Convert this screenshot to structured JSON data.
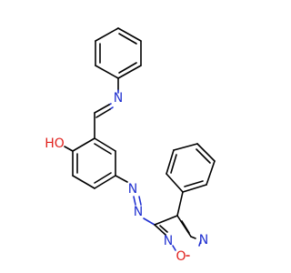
{
  "molecule": {
    "atom_labels": {
      "N_imine": "N",
      "OH": "HO",
      "N_azo1": "N",
      "N_azo2": "N",
      "N_ring_left": "N",
      "N_ring_right": "N",
      "O_ring": "O"
    },
    "colors": {
      "bond": "#000000",
      "nitrogen": "#2030d0",
      "oxygen": "#e0201c",
      "background": "#ffffff"
    }
  }
}
